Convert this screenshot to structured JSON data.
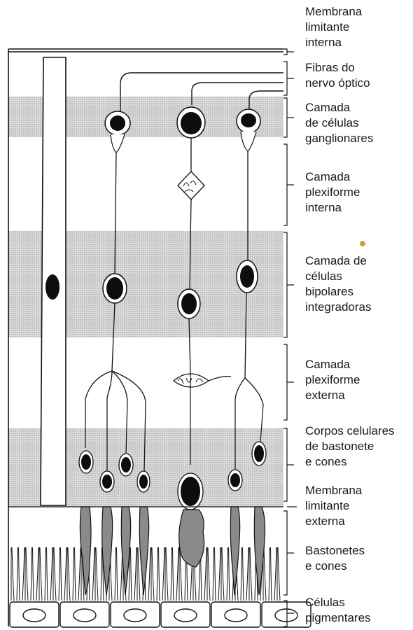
{
  "figure": {
    "layers": [
      {
        "id": "membrana-limitante-interna",
        "label": "Membrana\nlimitante\ninterna"
      },
      {
        "id": "fibras-nervo-optico",
        "label": "Fibras do\nnervo óptico"
      },
      {
        "id": "camada-celulas-ganglionares",
        "label": "Camada\nde células\nganglionares"
      },
      {
        "id": "camada-plexiforme-interna",
        "label": "Camada\nplexiforme\ninterna"
      },
      {
        "id": "camada-celulas-bipolares",
        "label": "Camada de\ncélulas\nbipolares\nintegradoras"
      },
      {
        "id": "camada-plexiforme-externa",
        "label": "Camada\nplexiforme\nexterna"
      },
      {
        "id": "corpos-celulares",
        "label": "Corpos celulares\nde bastonete\ne cones"
      },
      {
        "id": "membrana-limitante-externa",
        "label": "Membrana\nlimitante\nexterna"
      },
      {
        "id": "bastonetes-cones",
        "label": "Bastonetes\ne cones"
      },
      {
        "id": "celulas-pigmentares",
        "label": "Células\npigmentares"
      }
    ],
    "colors": {
      "ink": "#111111",
      "band_shade": "#d3d3d3",
      "cell_fill": "#8a8a8a",
      "nucleus": "#0d0d0d",
      "paper": "#ffffff"
    }
  }
}
